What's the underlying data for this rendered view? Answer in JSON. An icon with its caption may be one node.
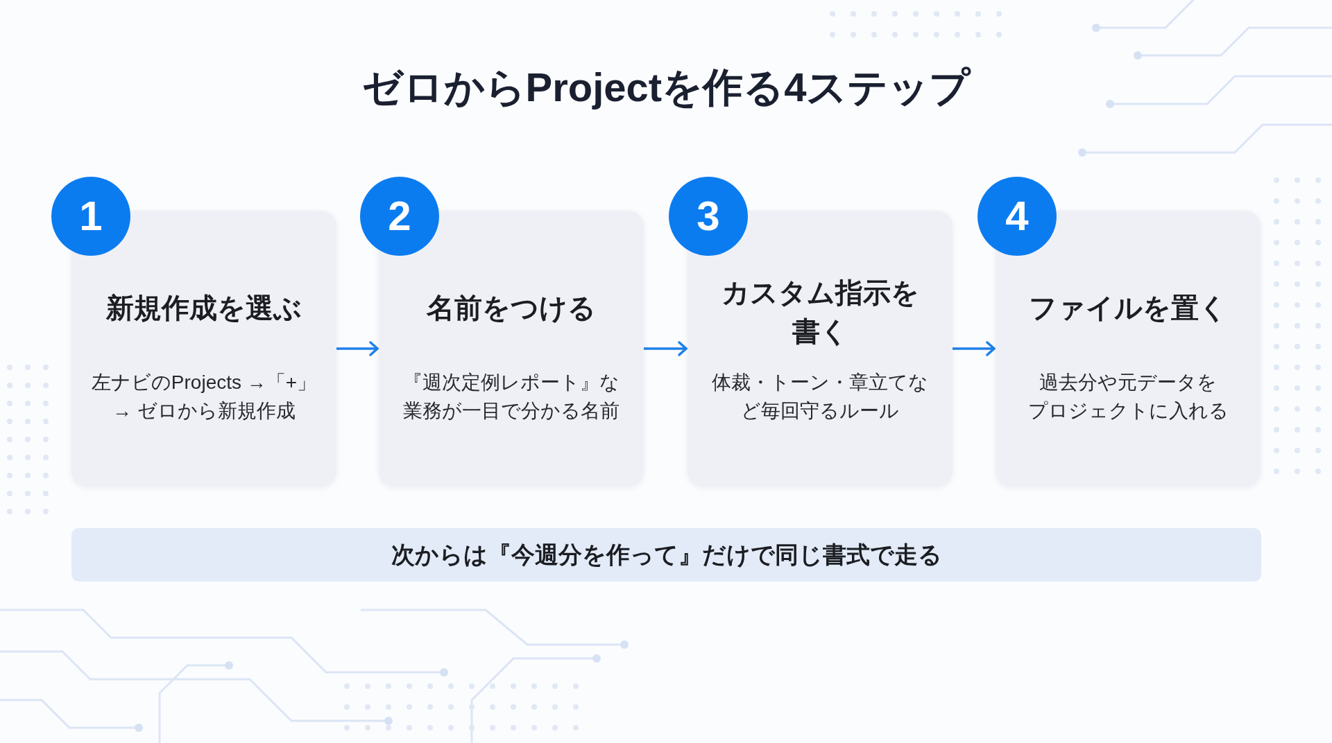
{
  "diagram": {
    "title": "ゼロからProjectを作る4ステップ",
    "nodes": [
      {
        "text": [
          "1"
        ]
      },
      {
        "text": [
          "新規作成を選ぶ",
          "左ナビのProjects →「+」 → ゼロから新規作成"
        ]
      },
      {
        "text": [
          "2"
        ]
      },
      {
        "text": [
          "名前をつける",
          "『週次定例レポート』な業務が一目で分かる名前"
        ]
      },
      {
        "text": [
          "3"
        ]
      },
      {
        "text": [
          "カスタム指示を書く",
          "体裁・トーン・章立てなど毎回守るルール"
        ]
      },
      {
        "text": [
          "4"
        ]
      },
      {
        "text": [
          "ファイルを置く",
          "過去分や元データをプロジェクトに入れる"
        ]
      },
      {
        "text": [
          "次からは『今週分を作って』だけで同じ書式で走る"
        ]
      }
    ],
    "edges": [
      {
        "from": 1,
        "to": 3,
        "arrow": "to"
      },
      {
        "from": 3,
        "to": 5,
        "arrow": "to"
      },
      {
        "from": 5,
        "to": 7,
        "arrow": "to"
      }
    ]
  }
}
